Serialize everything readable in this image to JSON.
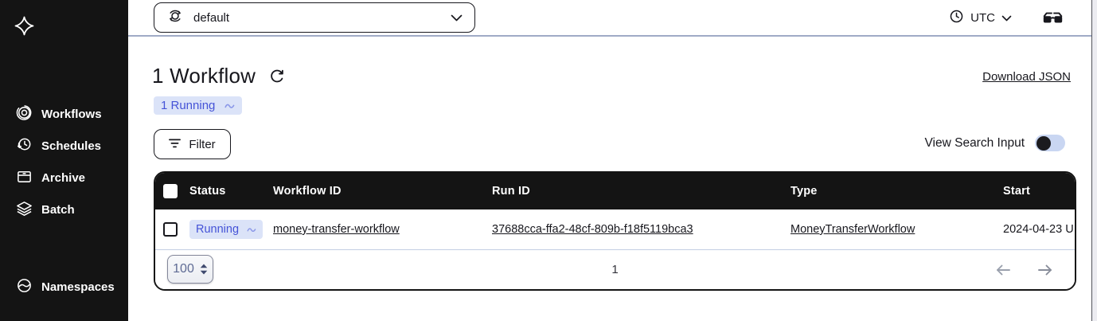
{
  "sidebar": {
    "items": [
      {
        "label": "Workflows"
      },
      {
        "label": "Schedules"
      },
      {
        "label": "Archive"
      },
      {
        "label": "Batch"
      }
    ],
    "namespaces_label": "Namespaces"
  },
  "topbar": {
    "namespace_selected": "default",
    "timezone": "UTC"
  },
  "page": {
    "title": "1 Workflow",
    "status_summary": "1 Running",
    "download_label": "Download JSON"
  },
  "toolbar": {
    "filter_label": "Filter",
    "view_search_input_label": "View Search Input",
    "search_input_toggle_on": false
  },
  "table": {
    "columns": [
      "Status",
      "Workflow ID",
      "Run ID",
      "Type",
      "Start"
    ],
    "rows": [
      {
        "status": "Running",
        "workflow_id": "money-transfer-workflow",
        "run_id": "37688cca-ffa2-48cf-809b-f18f5119bca3",
        "type": "MoneyTransferWorkflow",
        "start": "2024-04-23 U"
      }
    ],
    "pagination": {
      "per_page": "100",
      "current_page": "1"
    }
  },
  "colors": {
    "sidebar_bg": "#141414",
    "table_header_bg": "#141414",
    "badge_bg": "#dbe3f8",
    "badge_text": "#4553d7",
    "badge_wave": "#8a97e8",
    "toggle_track": "#c9d6f2",
    "toggle_knob": "#1b1b1f",
    "divider": "#a0abc6",
    "row_divider": "#c3cfe3"
  }
}
